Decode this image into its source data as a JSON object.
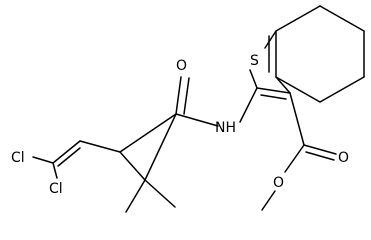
{
  "atoms": {
    "s": "S",
    "nh": "NH",
    "o_amide": "O",
    "o_ester_carbonyl": "O",
    "o_ester_methoxy": "O",
    "cl_upper": "Cl",
    "cl_lower": "Cl"
  }
}
